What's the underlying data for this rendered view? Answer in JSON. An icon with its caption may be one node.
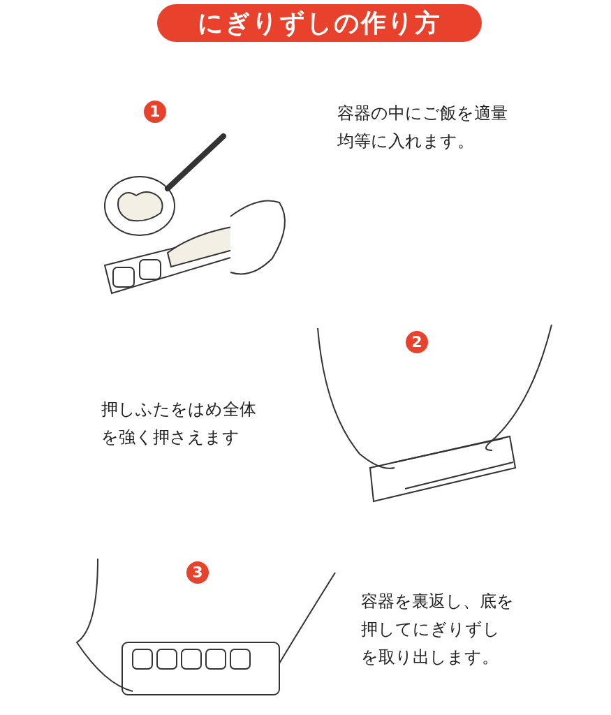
{
  "diagram": {
    "title": "にぎりずしの作り方",
    "nodes": [
      {
        "text": [
          "1"
        ]
      },
      {
        "text": [
          "2"
        ]
      },
      {
        "text": [
          "3"
        ]
      }
    ],
    "labels": [
      "容器の中にご飯を適量均等に入れます。",
      "押しふたをはめ全体を強く押さえます",
      "容器を裏返し、底を押してにぎりずしを取り出します。"
    ]
  }
}
